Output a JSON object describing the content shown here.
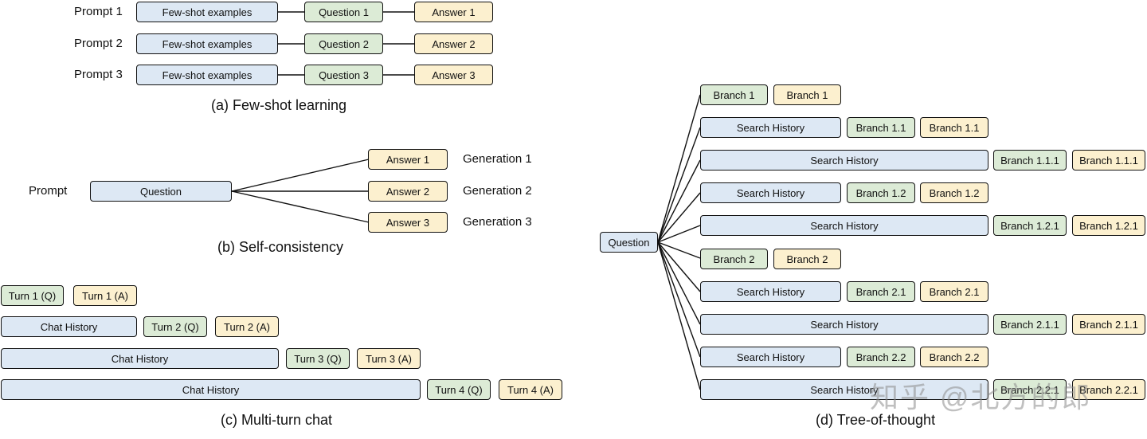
{
  "few_shot": {
    "rows": [
      {
        "prompt": "Prompt 1",
        "examples": "Few-shot examples",
        "question": "Question 1",
        "answer": "Answer 1"
      },
      {
        "prompt": "Prompt 2",
        "examples": "Few-shot examples",
        "question": "Question 2",
        "answer": "Answer 2"
      },
      {
        "prompt": "Prompt 3",
        "examples": "Few-shot examples",
        "question": "Question 3",
        "answer": "Answer 3"
      }
    ],
    "caption": "(a) Few-shot learning"
  },
  "self_consistency": {
    "prompt_label": "Prompt",
    "question": "Question",
    "answers": [
      "Answer 1",
      "Answer 2",
      "Answer 3"
    ],
    "generations": [
      "Generation 1",
      "Generation 2",
      "Generation 3"
    ],
    "caption": "(b) Self-consistency"
  },
  "multi_turn": {
    "rows": [
      {
        "history": "",
        "q": "Turn 1 (Q)",
        "a": "Turn 1 (A)"
      },
      {
        "history": "Chat History",
        "q": "Turn 2 (Q)",
        "a": "Turn 2 (A)"
      },
      {
        "history": "Chat History",
        "q": "Turn 3 (Q)",
        "a": "Turn 3 (A)"
      },
      {
        "history": "Chat History",
        "q": "Turn 4 (Q)",
        "a": "Turn 4 (A)"
      }
    ],
    "caption": "(c) Multi-turn chat"
  },
  "tree_of_thought": {
    "root": "Question",
    "rows": [
      {
        "history": "",
        "branch_q": "Branch 1",
        "branch_a": "Branch 1"
      },
      {
        "history": "Search History",
        "branch_q": "Branch 1.1",
        "branch_a": "Branch 1.1"
      },
      {
        "history": "Search History",
        "branch_q": "Branch 1.1.1",
        "branch_a": "Branch 1.1.1"
      },
      {
        "history": "Search History",
        "branch_q": "Branch 1.2",
        "branch_a": "Branch 1.2"
      },
      {
        "history": "Search History",
        "branch_q": "Branch 1.2.1",
        "branch_a": "Branch 1.2.1"
      },
      {
        "history": "",
        "branch_q": "Branch 2",
        "branch_a": "Branch 2"
      },
      {
        "history": "Search History",
        "branch_q": "Branch 2.1",
        "branch_a": "Branch 2.1"
      },
      {
        "history": "Search History",
        "branch_q": "Branch 2.1.1",
        "branch_a": "Branch 2.1.1"
      },
      {
        "history": "Search History",
        "branch_q": "Branch 2.2",
        "branch_a": "Branch 2.2"
      },
      {
        "history": "Search History",
        "branch_q": "Branch 2.2.1",
        "branch_a": "Branch 2.2.1"
      }
    ],
    "caption": "(d) Tree-of-thought"
  },
  "watermark": "知乎 @北方的郎",
  "colors": {
    "history": "#dde8f4",
    "question": "#dcebd6",
    "answer": "#fcf0cf",
    "stroke": "#111111"
  }
}
